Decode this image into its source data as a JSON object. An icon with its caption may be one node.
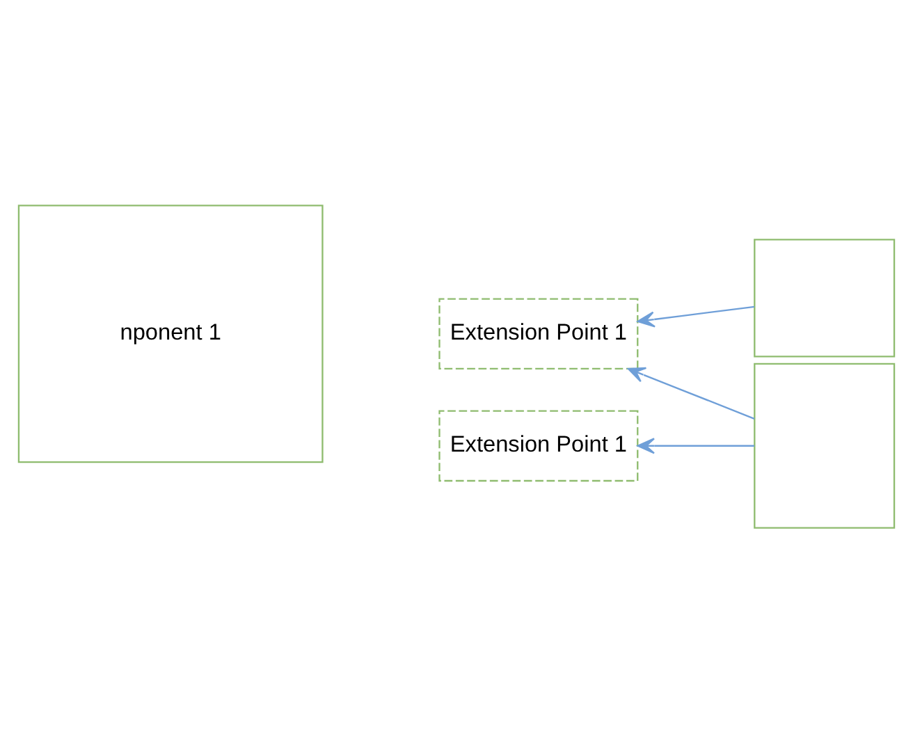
{
  "diagram": {
    "nodes": [
      {
        "text": [
          "nponent 1"
        ]
      },
      {
        "text": [
          "Extension Point 1"
        ]
      },
      {
        "text": [
          "Extension Point 1"
        ]
      },
      {
        "text": [],
        "shape": "box"
      },
      {
        "text": [],
        "shape": "box"
      }
    ],
    "edges": [
      {
        "from": 3,
        "to": 1,
        "arrow": "to"
      },
      {
        "from": 4,
        "to": 1,
        "arrow": "to"
      },
      {
        "from": 4,
        "to": 2,
        "arrow": "to"
      }
    ]
  }
}
